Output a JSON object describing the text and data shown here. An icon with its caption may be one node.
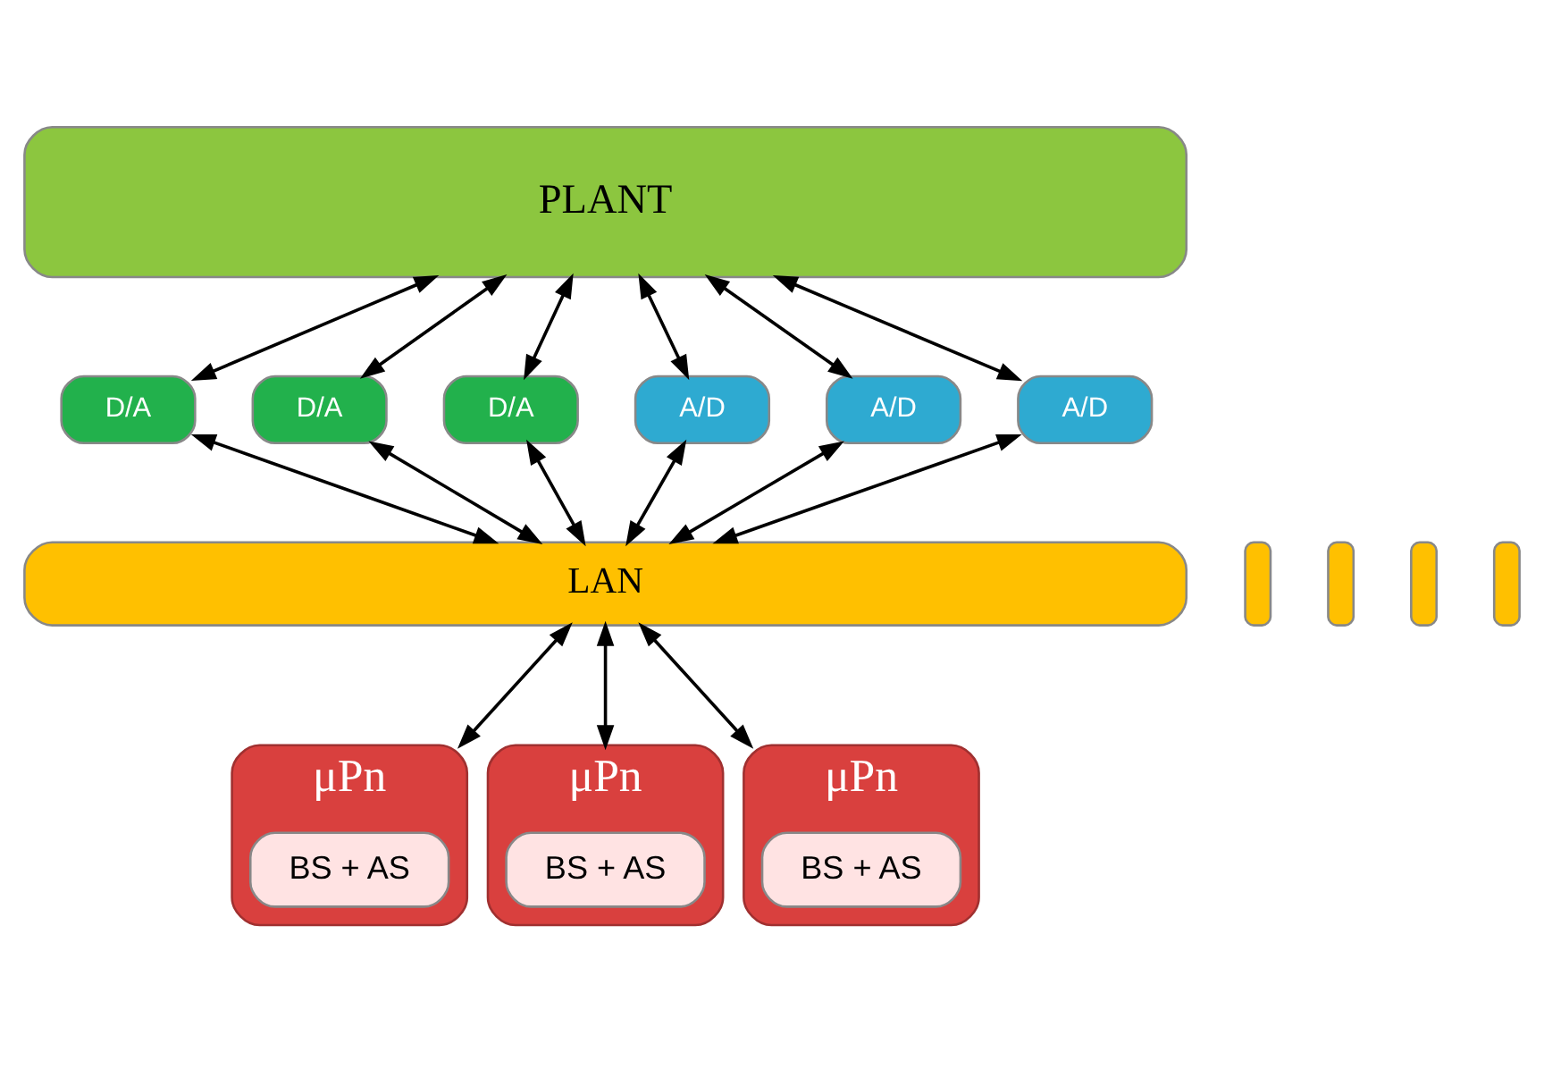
{
  "diagram": {
    "nodes": [
      {
        "text": [
          "PLANT"
        ]
      },
      {
        "text": [
          "D/A"
        ]
      },
      {
        "text": [
          "D/A"
        ]
      },
      {
        "text": [
          "D/A"
        ]
      },
      {
        "text": [
          "A/D"
        ]
      },
      {
        "text": [
          "A/D"
        ]
      },
      {
        "text": [
          "A/D"
        ]
      },
      {
        "text": [],
        "shape": "bar"
      },
      {
        "text": [],
        "shape": "bar"
      },
      {
        "text": [
          "LAN"
        ]
      },
      {
        "text": [],
        "shape": "bar"
      },
      {
        "text": [],
        "shape": "bar"
      },
      {
        "text": [
          "μPn"
        ]
      },
      {
        "text": [
          "BS + AS"
        ],
        "in": 12
      },
      {
        "text": [
          "μPn"
        ]
      },
      {
        "text": [
          "BS + AS"
        ],
        "in": 14
      },
      {
        "text": [
          "μPn"
        ]
      },
      {
        "text": [
          "BS + AS"
        ],
        "in": 16
      }
    ],
    "edges": [
      {
        "from": 0,
        "to": 1,
        "arrow": "both"
      },
      {
        "from": 0,
        "to": 2,
        "arrow": "both"
      },
      {
        "from": 0,
        "to": 3,
        "arrow": "both"
      },
      {
        "from": 0,
        "to": 4,
        "arrow": "both"
      },
      {
        "from": 0,
        "to": 5,
        "arrow": "both"
      },
      {
        "from": 0,
        "to": 6,
        "arrow": "both"
      },
      {
        "from": 1,
        "to": 9,
        "arrow": "both"
      },
      {
        "from": 2,
        "to": 9,
        "arrow": "both"
      },
      {
        "from": 3,
        "to": 9,
        "arrow": "both"
      },
      {
        "from": 4,
        "to": 9,
        "arrow": "both"
      },
      {
        "from": 5,
        "to": 9,
        "arrow": "both"
      },
      {
        "from": 6,
        "to": 9,
        "arrow": "both"
      },
      {
        "from": 9,
        "to": 12,
        "arrow": "both"
      },
      {
        "from": 9,
        "to": 14,
        "arrow": "both"
      },
      {
        "from": 9,
        "to": 16,
        "arrow": "both"
      }
    ]
  }
}
